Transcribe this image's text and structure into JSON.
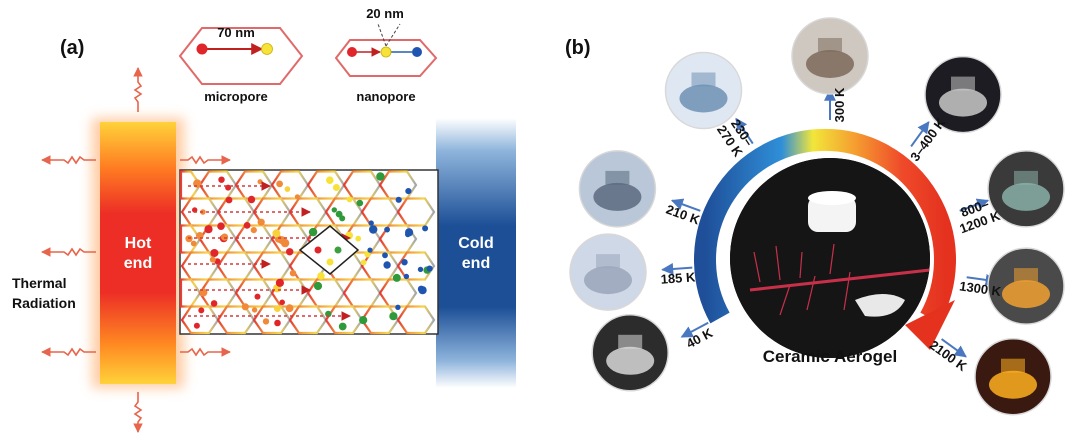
{
  "panel_a": {
    "label": "(a)",
    "micropore": {
      "size": "70 nm",
      "caption": "micropore"
    },
    "nanopore": {
      "size": "20 nm",
      "caption": "nanopore"
    },
    "hot_end": {
      "line1": "Hot",
      "line2": "end"
    },
    "cold_end": {
      "line1": "Cold",
      "line2": "end"
    },
    "radiation": {
      "line1": "Thermal",
      "line2": "Radiation"
    }
  },
  "panel_b": {
    "label": "(b)",
    "center_caption": "Ceramic Aerogel",
    "temperatures": [
      {
        "value": "40 K",
        "scene": "lunar-base-image"
      },
      {
        "value": "185 K",
        "scene": "lng-tank-image"
      },
      {
        "value": "210 K",
        "scene": "pipeline-image"
      },
      {
        "line1": "230–",
        "line2": "270 K",
        "scene": "cold-storage-image"
      },
      {
        "value": "300 K",
        "scene": "house-image"
      },
      {
        "value": "3–400 K",
        "scene": "astronaut-image"
      },
      {
        "line1": "800–",
        "line2": "1200 K",
        "scene": "engine-image"
      },
      {
        "value": "1300 K",
        "scene": "firefighter-image"
      },
      {
        "value": "2100 K",
        "scene": "molten-glow-image"
      }
    ]
  },
  "colors": {
    "hot": "#e8302a",
    "hot_glow": "#ffcc33",
    "cold": "#1f5fa8",
    "arrow": "#e8644a",
    "link": "#4a78c0"
  }
}
